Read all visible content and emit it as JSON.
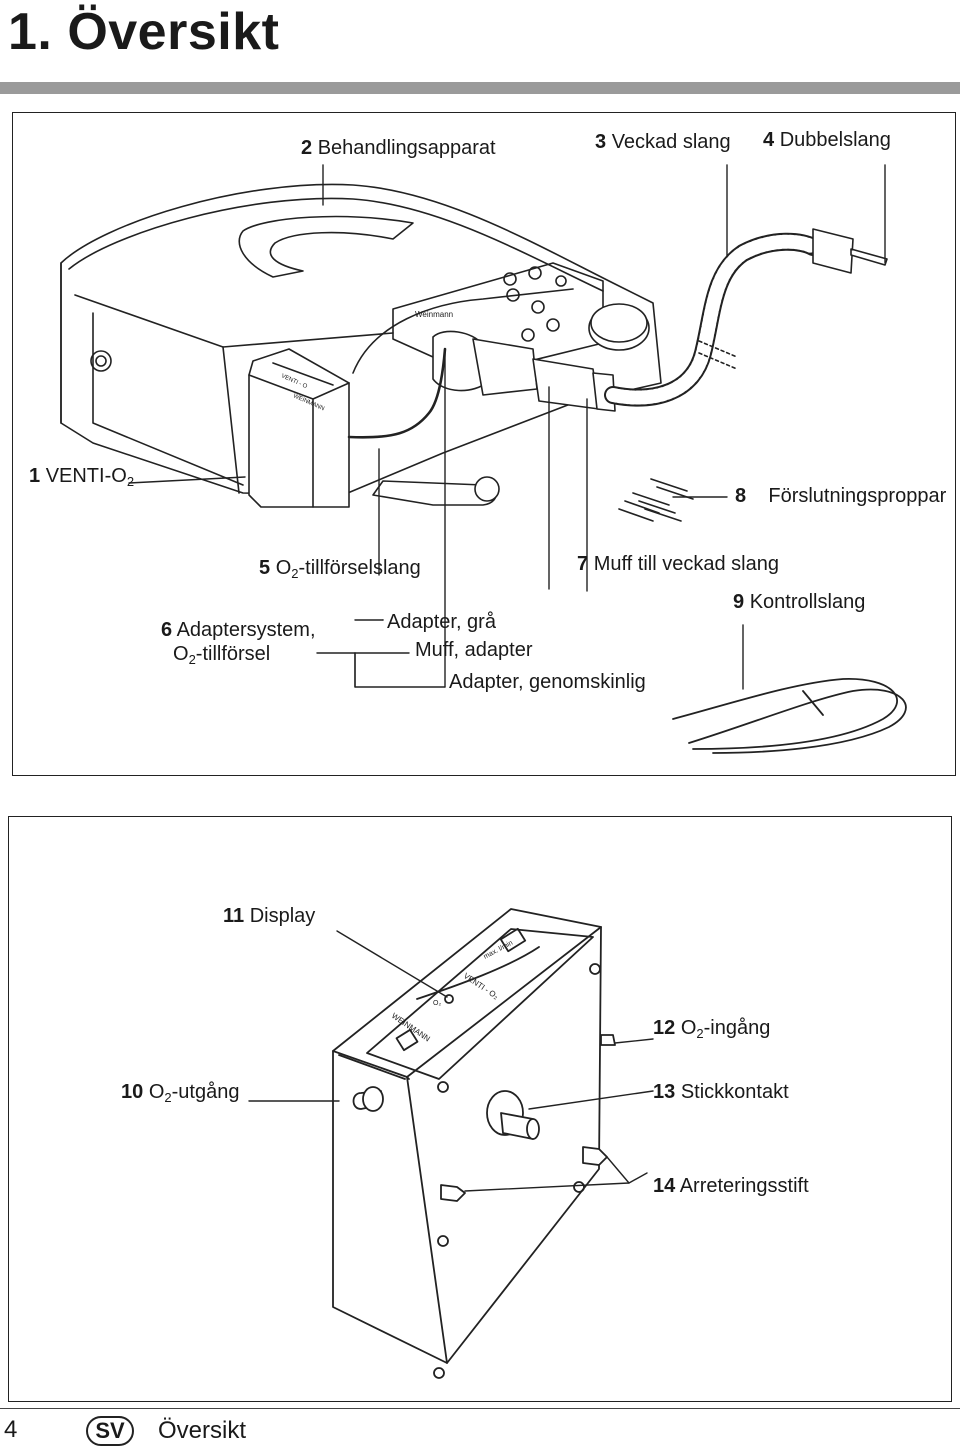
{
  "page": {
    "title": "1. Översikt"
  },
  "top": {
    "l2_num": "2",
    "l2_text": "Behandlingsapparat",
    "l3_num": "3",
    "l3_text": "Veckad slang",
    "l4_num": "4",
    "l4_text": "Dubbelslang",
    "l1_num": "1",
    "l1_text": "VENTI-O",
    "l1_sub": "2",
    "l8_num": "8",
    "l8_text": "Förslutningsproppar",
    "l5_num": "5",
    "l5_text_a": "O",
    "l5_sub": "2",
    "l5_text_b": "-tillförselslang",
    "l7_num": "7",
    "l7_text": "Muff till veckad slang",
    "l9_num": "9",
    "l9_text": "Kontrollslang",
    "l6_num": "6",
    "l6_text": "Adaptersystem,",
    "l6b_a": "O",
    "l6b_sub": "2",
    "l6b_b": "-tillförsel",
    "adapter_gra": "Adapter, grå",
    "muff_adapter": "Muff, adapter",
    "adapter_genomskinlig": "Adapter, genomskinlig",
    "device_brand": "Weinmann",
    "module_text_1": "VENTI - O",
    "module_text_2": "WEINMANN"
  },
  "bottom": {
    "l11_num": "11",
    "l11_text": "Display",
    "l12_num": "12",
    "l12_a": "O",
    "l12_sub": "2",
    "l12_b": "-ingång",
    "l10_num": "10",
    "l10_a": "O",
    "l10_sub": "2",
    "l10_b": "-utgång",
    "l13_num": "13",
    "l13_text": "Stickkontakt",
    "l14_num": "14",
    "l14_text": "Arreteringsstift",
    "module_top_1": "max. l/min",
    "module_top_2": "VENTI - O₂",
    "module_top_3": "O₂",
    "module_top_4": "WEINMANN"
  },
  "footer": {
    "page_number": "4",
    "language": "SV",
    "section": "Översikt"
  }
}
